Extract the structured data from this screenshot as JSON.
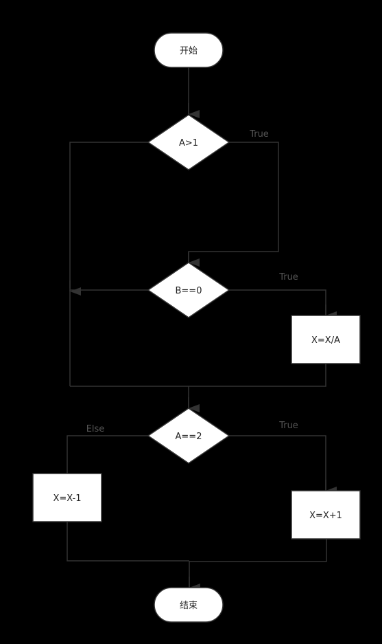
{
  "nodes": {
    "start": "开始",
    "cond_a": "A>1",
    "cond_b": "B==0",
    "proc_div": "X=X/A",
    "cond_a2": "A==2",
    "proc_dec": "X=X-1",
    "proc_inc": "X=X+1",
    "end": "结束"
  },
  "edge_labels": {
    "a_true": "True",
    "b_true": "True",
    "a2_true": "True",
    "a2_else": "Else"
  },
  "colors": {
    "background": "#000000",
    "node_fill": "#ffffff",
    "line": "#333333",
    "label": "#555555"
  }
}
